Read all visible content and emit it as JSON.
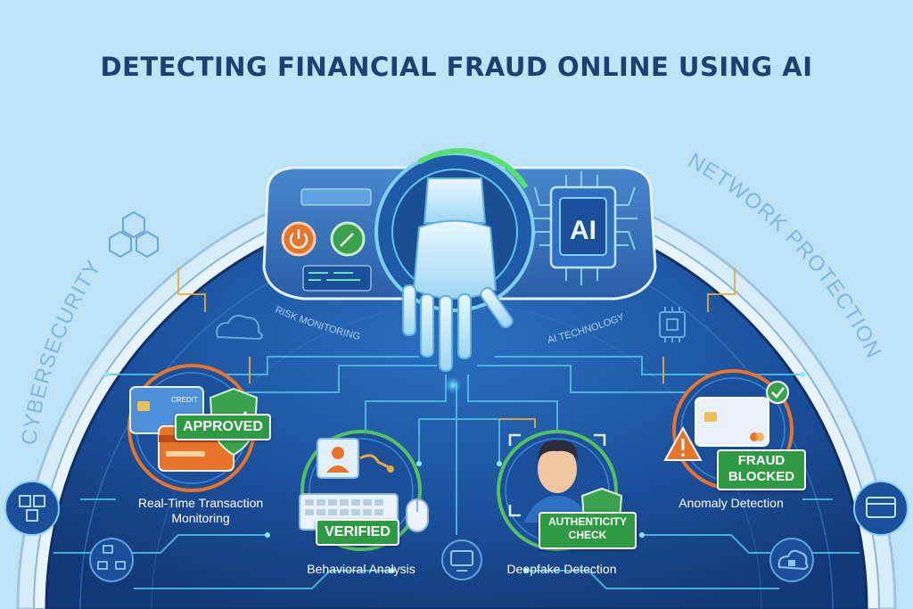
{
  "title": "DETECTING FINANCIAL FRAUD ONLINE USING AI",
  "arc_labels": {
    "cybersecurity": "CYBERSECURITY",
    "network_protection": "NETWORK PROTECTION",
    "risk_monitoring": "RISK MONITORING",
    "ai_technology": "AI TECHNOLOGY"
  },
  "console": {
    "chip_label": "AI"
  },
  "features": [
    {
      "label_line1": "Real-Time Transaction",
      "label_line2": "Monitoring",
      "badge": "APPROVED",
      "card_text": "CREDIT"
    },
    {
      "label_line1": "Behavioral Analysis",
      "badge": "VERIFIED"
    },
    {
      "label_line1": "Deepfake Detection",
      "badge_line1": "AUTHENTICITY",
      "badge_line2": "CHECK"
    },
    {
      "label_line1": "Anomaly Detection",
      "badge_line1": "FRAUD",
      "badge_line2": "BLOCKED"
    }
  ],
  "icons": [
    "blockchain-icon",
    "cloud-icon",
    "power-icon",
    "gauge-icon",
    "ai-chip-icon",
    "robot-hand-icon",
    "credit-card-icon",
    "shield-check-icon",
    "user-profile-icon",
    "keyboard-icon",
    "mouse-icon",
    "face-scan-icon",
    "warning-icon",
    "check-icon",
    "monitor-icon",
    "cloud-lock-icon",
    "network-icon",
    "payment-card-icon"
  ],
  "colors": {
    "background": "#bfe3f6",
    "dome": "#1b4f9a",
    "dome_dark": "#143a7a",
    "circuit": "#4fc3e8",
    "title": "#1d3f72",
    "success_green": "#2f9a44",
    "alert_orange": "#e8742a",
    "accent_gold": "#e9a83a"
  }
}
